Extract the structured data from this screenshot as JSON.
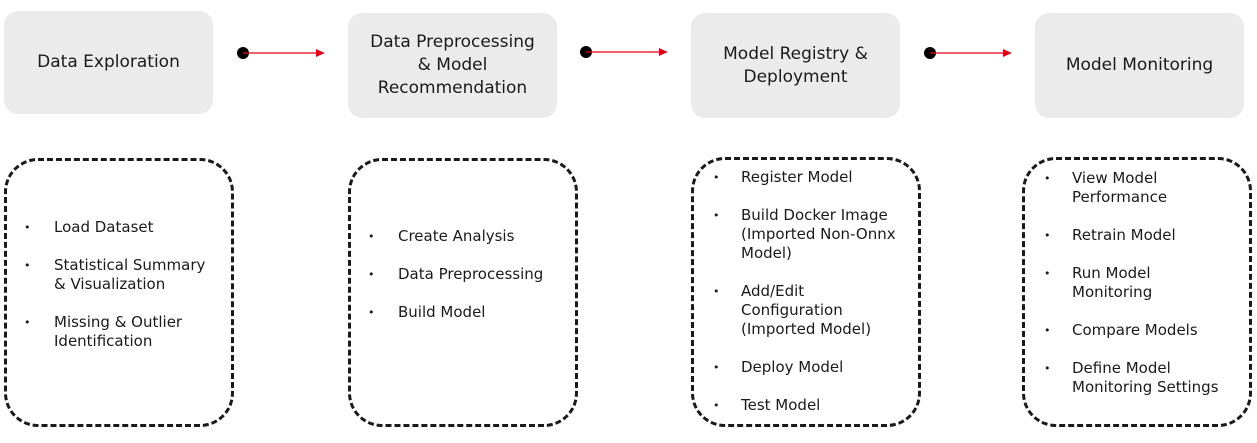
{
  "colors": {
    "stage_fill": "#ebebeb",
    "connector_dot": "#000000",
    "connector_arrow": "#e1001a",
    "list_border": "#1a1a1a"
  },
  "stages": [
    {
      "title": "Data Exploration",
      "items": [
        "Load Dataset",
        "Statistical Summary\n& Visualization",
        "Missing & Outlier\nIdentification"
      ]
    },
    {
      "title": "Data Preprocessing\n& Model\nRecommendation",
      "items": [
        "Create Analysis",
        "Data Preprocessing",
        "Build Model"
      ]
    },
    {
      "title": "Model Registry &\nDeployment",
      "items": [
        "Register Model",
        "Build Docker Image\n(Imported Non-Onnx\nModel)",
        "Add/Edit\nConfiguration\n(Imported Model)",
        "Deploy Model",
        "Test Model"
      ]
    },
    {
      "title": "Model Monitoring",
      "items": [
        "View Model\nPerformance",
        "Retrain Model",
        "Run Model\nMonitoring",
        "Compare Models",
        "Define Model\nMonitoring Settings"
      ]
    }
  ]
}
